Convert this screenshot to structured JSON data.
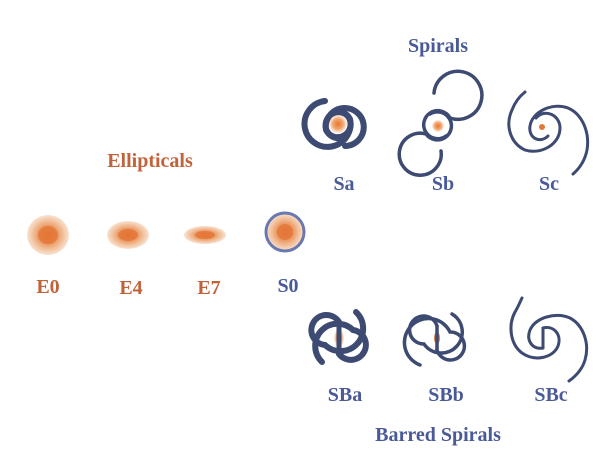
{
  "title": "",
  "groups": {
    "ellipticals": "Ellipticals",
    "spirals": "Spirals",
    "barred_spirals": "Barred  Spirals"
  },
  "galaxies": {
    "e0": "E0",
    "e4": "E4",
    "e7": "E7",
    "s0": "S0",
    "sa": "Sa",
    "sb": "Sb",
    "sc": "Sc",
    "sba": "SBa",
    "sbb": "SBb",
    "sbc": "SBc"
  },
  "colors": {
    "elliptical_label": "#c0623a",
    "spiral_label": "#4a5a98",
    "spiral_arm": "#3d4a72",
    "core_orange": "#e07a3a",
    "halo_light": "#f6d8bf",
    "halo_mid": "#efb183",
    "s0_ring": "#6a78b0"
  }
}
